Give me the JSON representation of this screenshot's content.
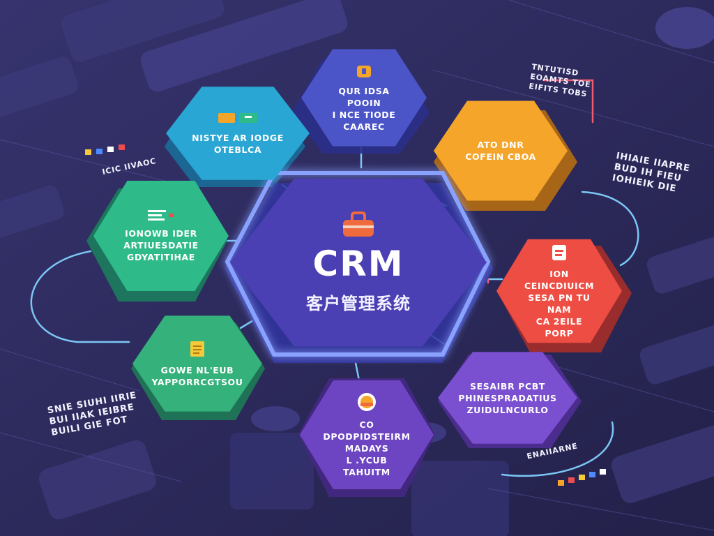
{
  "center": {
    "title": "CRM",
    "subtitle": "客户管理系统"
  },
  "nodes": [
    {
      "id": "top",
      "label": "QUR IDSA POOIN\nI NCE TIODE\nCAAREC",
      "color": "#4b55c8",
      "icon": "tag-icon"
    },
    {
      "id": "top-left",
      "label": "NISTYE AR IODGE\nOTEBLCA",
      "color": "#2aa6d4",
      "icon": "chat-bubbles-icon"
    },
    {
      "id": "top-right",
      "label": "ATO DNR\nCOFEIN CBOA",
      "color": "#f5a52a",
      "icon": "plus-icon"
    },
    {
      "id": "left",
      "label": "IONOWB IDER\nARTIUESDATIE\nGDYATITIHAE",
      "color": "#2fba8a",
      "icon": "list-icon"
    },
    {
      "id": "right",
      "label": "ION CEINCDIUICM\nSESA PN TU NAM\nCA 2EILE PORP",
      "color": "#ee4d43",
      "icon": "document-icon"
    },
    {
      "id": "bottom-left",
      "label": "GOWE NL'EUB\nYAPPORRCGTSOU",
      "color": "#35b27c",
      "icon": "notepad-icon"
    },
    {
      "id": "bottom",
      "label": "CO DPODPIDSTEIRM\nMADAYS\nL .YCUB TAHUITM",
      "color": "#6d45c2",
      "icon": "gauge-icon"
    },
    {
      "id": "bottom-right",
      "label": "SESAIBR PCBT\nPHINESPRADATIUS\nZUIDULNCURLO",
      "color": "#7a4fd0",
      "icon": ""
    }
  ],
  "notes": {
    "top_right_1": "TNTUTISD\nEOAMTS TOE\nEIFITS TOBS",
    "right_1": "IHIAIE IIAPRE\nBUD IH FIEU\nIOHIEIK DIE",
    "left_top": "ICIC IIVAOC",
    "bottom_left": "SNIE SIUHI IIRIE\nBUI IIAK IEIBRE\nBUILI GIE FOT",
    "bottom_right": "ENAIIARNE"
  },
  "colors": {
    "background": "#2c2a5c",
    "center": "#4b3fb4",
    "center_border": "#7c80f2",
    "accent_orange": "#ef6a3c",
    "connector": "#7cc7f5"
  }
}
